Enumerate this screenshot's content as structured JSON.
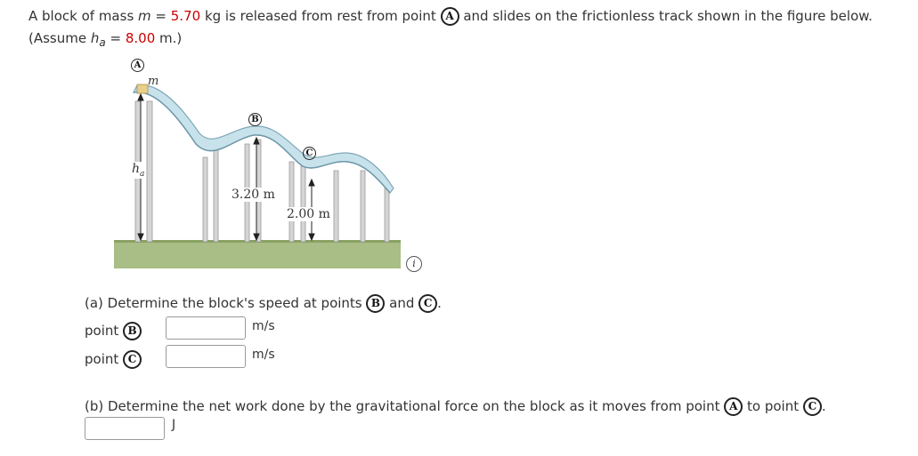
{
  "problem": {
    "intro_1": "A block of mass ",
    "mass_symbol": "m",
    "eq": " = ",
    "mass_value": "5.70",
    "mass_unit": " kg is released from rest from point ",
    "intro_2": " and slides on the frictionless track shown in the figure below.",
    "assume_1": "(Assume ",
    "h_symbol": "h",
    "h_sub": "a",
    "h_value": "8.00",
    "assume_2": " m.)"
  },
  "figure": {
    "label_a": "A",
    "label_b": "B",
    "label_c": "C",
    "mass_label": "m",
    "ha_label": "h",
    "ha_sub": "a",
    "height_b": "3.20 m",
    "height_c": "2.00 m",
    "info_icon": "i"
  },
  "part_a": {
    "question": "(a) Determine the block's speed at points ",
    "and": " and ",
    "period": ".",
    "row_b_label": "point ",
    "row_c_label": "point ",
    "unit": "m/s",
    "value_b": "",
    "value_c": ""
  },
  "part_b": {
    "question": "(b) Determine the net work done by the gravitational force on the block as it moves from point ",
    "to": " to point ",
    "period": ".",
    "unit": "J",
    "value": ""
  },
  "colors": {
    "accent_red": "#cc0000",
    "track": "#b9d9e6",
    "ground": "#9bb37a"
  }
}
